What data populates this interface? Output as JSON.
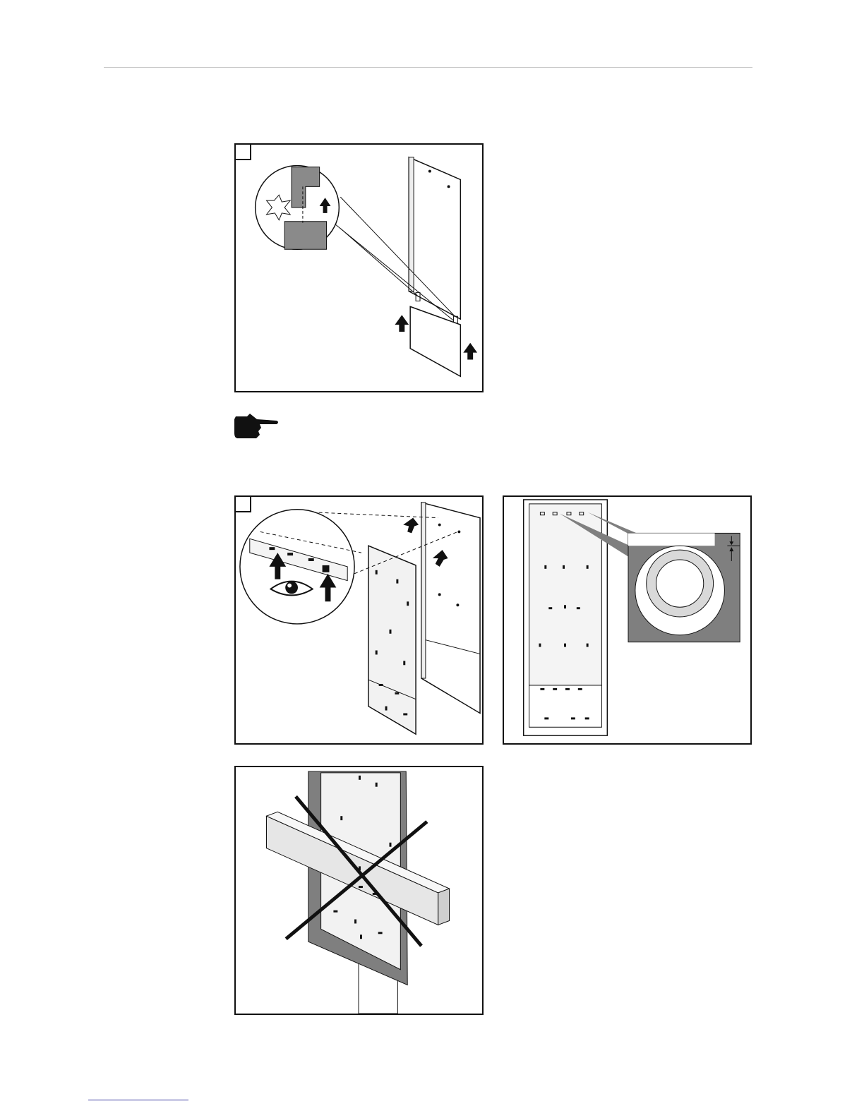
{
  "page": {
    "header_visible": true,
    "footer_link_visible": true
  },
  "figures": [
    {
      "id": "fig-1",
      "step_number": "",
      "content": "side-panel-hooking-illustration"
    },
    {
      "id": "fig-2",
      "step_number": "",
      "content": "mounting-plate-alignment-illustration"
    },
    {
      "id": "fig-3",
      "step_number": "",
      "content": "mounting-plate-gap-detail"
    },
    {
      "id": "fig-4",
      "step_number": "",
      "content": "incorrect-mounting-crossed-out"
    }
  ],
  "icons": {
    "hint": "pointing-hand-icon",
    "star": "impact-star-icon",
    "eye": "eye-icon",
    "arrow": "arrow-up-icon"
  },
  "colors": {
    "line": "#111111",
    "gray": "#7f7f7f",
    "light_gray": "#d9d9d9",
    "footer_link": "#3a3aa0"
  }
}
